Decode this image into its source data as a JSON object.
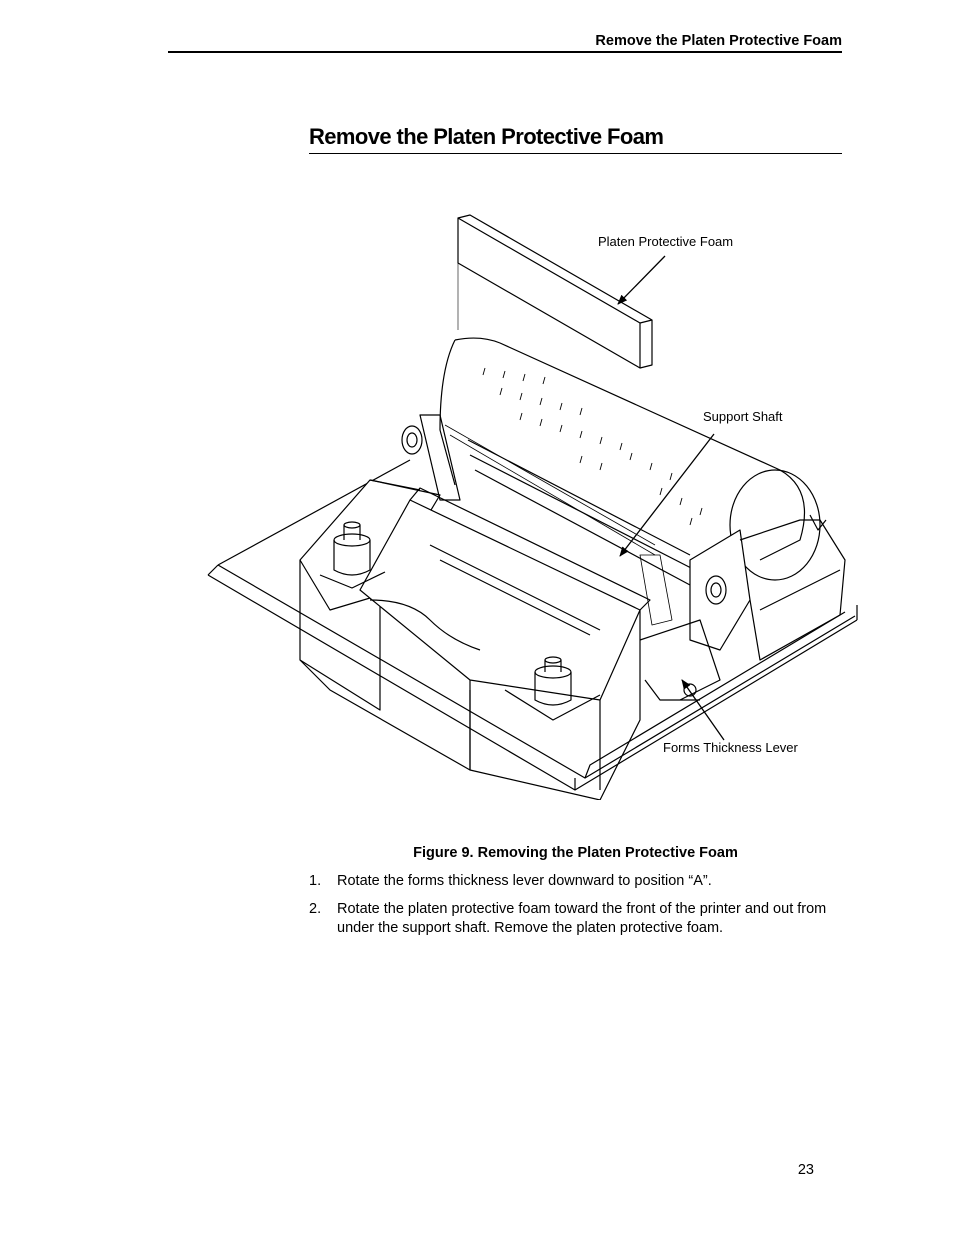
{
  "header": {
    "running_title": "Remove the Platen Protective Foam"
  },
  "section": {
    "title": "Remove the Platen Protective Foam"
  },
  "figure": {
    "callouts": {
      "foam": "Platen Protective Foam",
      "shaft": "Support Shaft",
      "lever": "Forms Thickness Lever"
    },
    "caption": "Figure 9. Removing the Platen Protective Foam"
  },
  "steps": [
    {
      "num": "1.",
      "text": "Rotate the forms thickness lever downward to position “A”."
    },
    {
      "num": "2.",
      "text": "Rotate the platen protective foam toward the front of the printer and out from under the support shaft. Remove the platen protective foam."
    }
  ],
  "page_number": "23"
}
